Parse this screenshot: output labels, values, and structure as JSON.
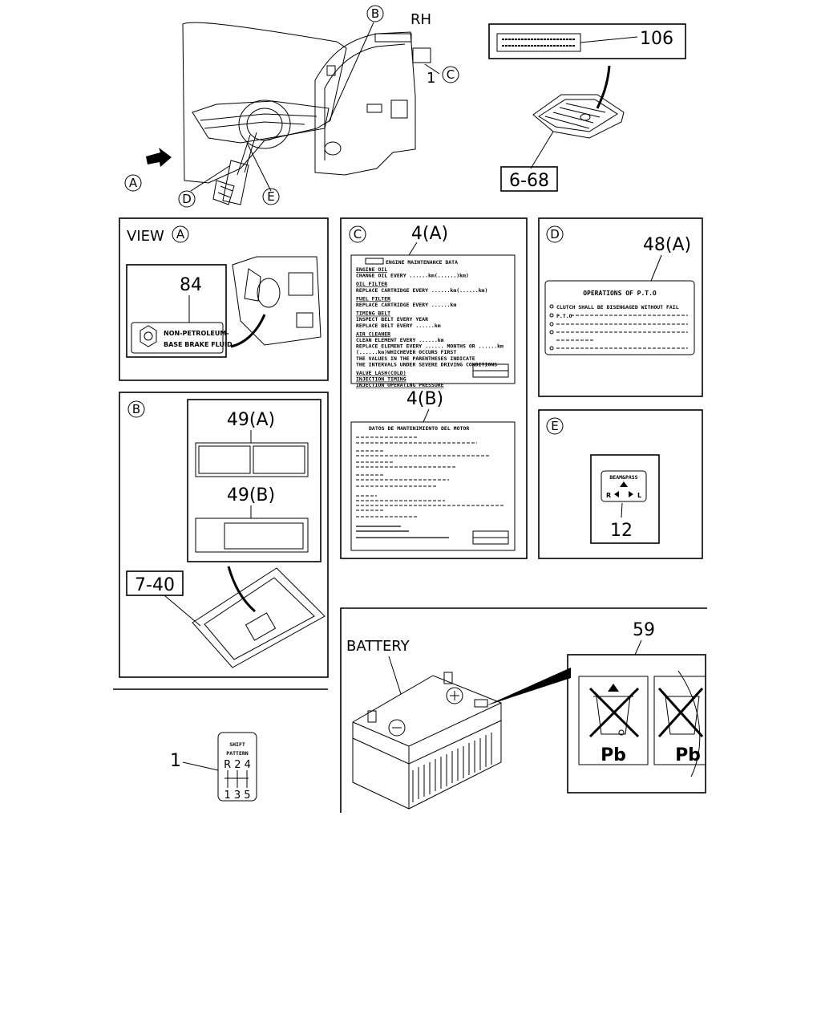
{
  "top": {
    "rh_label": "RH",
    "callout_b": "B",
    "callout_c": "C",
    "callout_a": "A",
    "callout_d": "D",
    "callout_e": "E",
    "num_1": "1",
    "part_106": "106",
    "ref_6_68": "6-68"
  },
  "view_a": {
    "title": "VIEW",
    "circle": "A",
    "part": "84",
    "label_line1": "NON-PETROLEUM-",
    "label_line2": "BASE BRAKE FLUID"
  },
  "panel_b": {
    "circle": "B",
    "part_a": "49(A)",
    "part_b": "49(B)",
    "ref": "7-40"
  },
  "panel_c": {
    "circle": "C",
    "part_a": "4(A)",
    "part_b": "4(B)",
    "title_a": "ENGINE MAINTENANCE DATA",
    "lines_a": [
      "ENGINE OIL",
      "CHANGE OIL EVERY ......km(......)km)",
      "OIL FILTER",
      "REPLACE CARTRIDGE EVERY ......km(......km)",
      "FUEL FILTER",
      "REPLACE CARTRIDGE EVERY ......km",
      "TIMING BELT",
      "INSPECT BELT EVERY YEAR",
      "REPLACE BELT EVERY ......km",
      "AIR CLEANER",
      "CLEAN ELEMENT EVERY ......km",
      "REPLACE ELEMENT EVERY ...... MONTHS OR ......km",
      "(......km)WHICHEVER OCCURS FIRST",
      "THE VALUES IN THE PARENTHESES INDICATE",
      "THE INTERVALS UNDER SEVERE DRIVING CONDITIONS",
      "VALVE LASH(COLD)",
      "INJECTION TIMING",
      "INJECTION OPERATING PRESSURE"
    ],
    "title_b": "DATOS DE MANTENIMIENTO DEL MOTOR"
  },
  "panel_d": {
    "circle": "D",
    "part": "48(A)",
    "title": "OPERATIONS OF P.T.O",
    "line1": "CLUTCH SHALL BE DISENGAGED WITHOUT FAIL",
    "line2": "P.T.O"
  },
  "panel_e": {
    "circle": "E",
    "part": "12",
    "switch_text": "BEAM&PASS",
    "r": "R",
    "l": "L"
  },
  "shift": {
    "num": "1",
    "line1": "SHIFT",
    "line2": "PATTERN",
    "top": "R 2 4",
    "bottom": "1 3 5"
  },
  "battery": {
    "label": "BATTERY",
    "part": "59",
    "pb": "Pb"
  }
}
